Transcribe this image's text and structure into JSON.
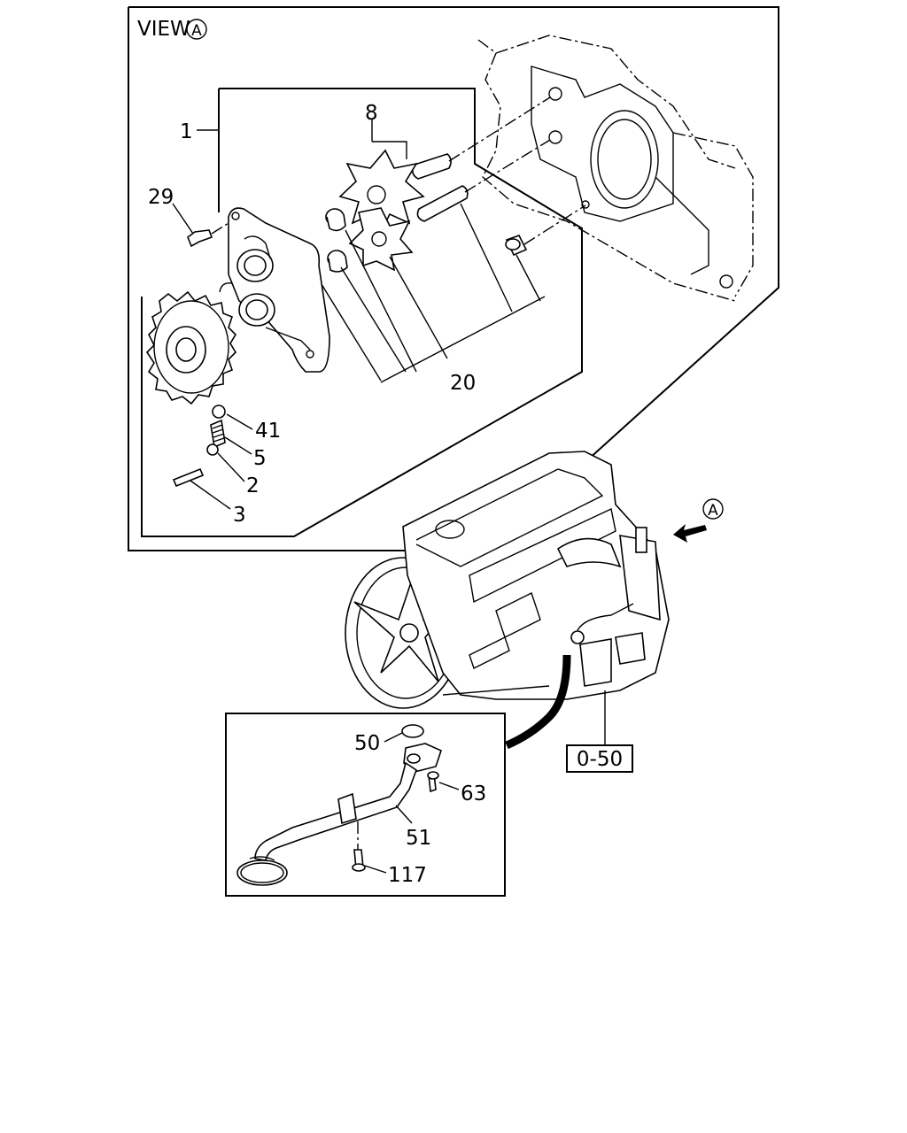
{
  "view_title": "VIEW",
  "view_letter": "A",
  "arrow_letter": "A",
  "ref_box_label": "0-50",
  "callouts": {
    "c1": "1",
    "c8": "8",
    "c29": "29",
    "c20": "20",
    "c41": "41",
    "c5": "5",
    "c2": "2",
    "c3": "3",
    "c50": "50",
    "c63": "63",
    "c51": "51",
    "c117": "117"
  }
}
